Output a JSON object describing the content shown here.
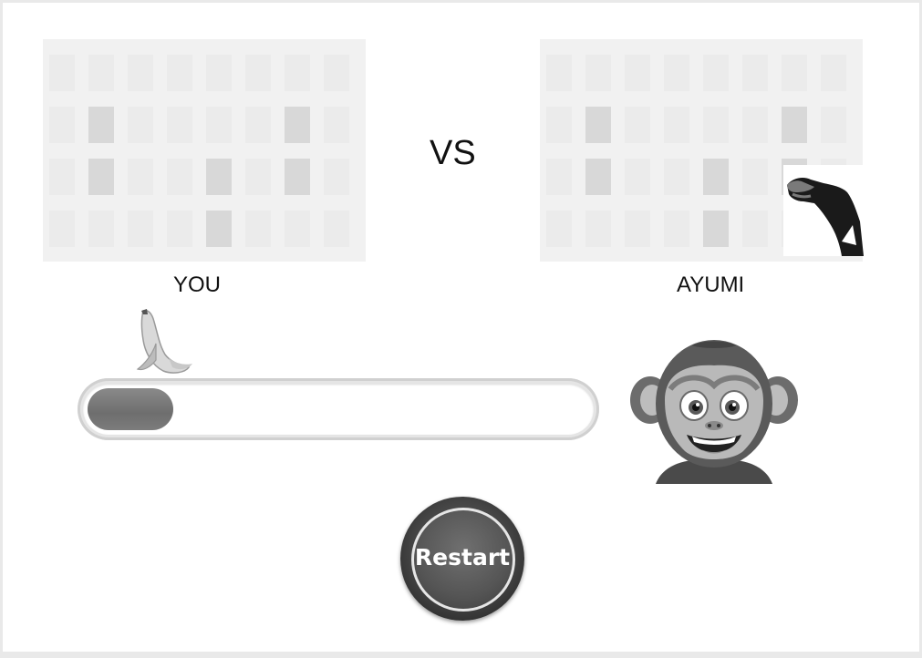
{
  "vs_label": "VS",
  "players": {
    "you": {
      "label": "YOU",
      "cells": [
        [
          0,
          0,
          0,
          0,
          0,
          0,
          0,
          0
        ],
        [
          0,
          1,
          0,
          0,
          0,
          0,
          1,
          0
        ],
        [
          0,
          1,
          0,
          0,
          1,
          0,
          1,
          0
        ],
        [
          0,
          0,
          0,
          0,
          1,
          0,
          0,
          0
        ]
      ]
    },
    "ayumi": {
      "label": "AYUMI",
      "cells": [
        [
          0,
          0,
          0,
          0,
          0,
          0,
          0,
          0
        ],
        [
          0,
          1,
          0,
          0,
          0,
          0,
          1,
          0
        ],
        [
          0,
          1,
          0,
          0,
          1,
          0,
          1,
          0
        ],
        [
          0,
          0,
          0,
          0,
          1,
          0,
          0,
          0
        ]
      ]
    }
  },
  "progress": {
    "fraction": 0.17
  },
  "restart_label": "Restart",
  "icons": {
    "banana": "banana-icon",
    "monkey": "chimp-face-icon",
    "hand": "chimp-hand-icon"
  }
}
